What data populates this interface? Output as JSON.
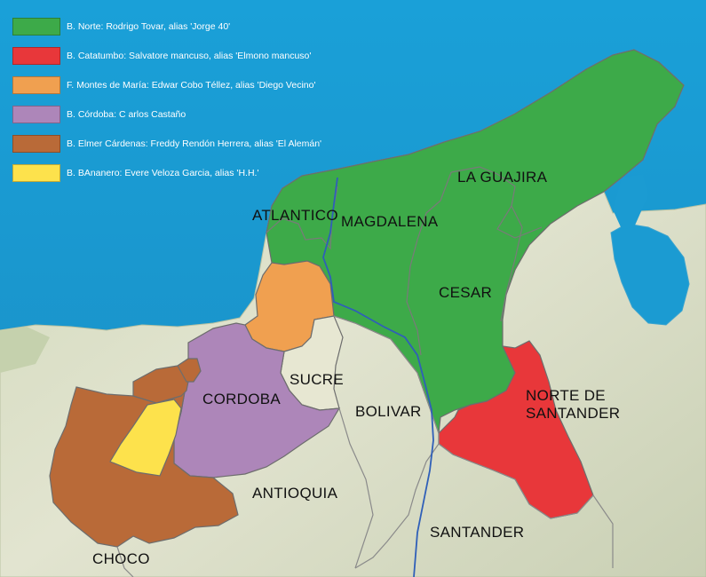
{
  "legend": [
    {
      "color": "#3daa49",
      "text": "B. Norte: Rodrigo Tovar, alias 'Jorge 40'"
    },
    {
      "color": "#e8373a",
      "text": "B. Catatumbo: Salvatore mancuso, alias 'Elmono mancuso'"
    },
    {
      "color": "#f0a050",
      "text": "F. Montes de María: Edwar Cobo Téllez, alias 'Diego Vecino'"
    },
    {
      "color": "#ad86b9",
      "text": "B. Córdoba: C arlos Castaño"
    },
    {
      "color": "#b96a38",
      "text": "B. Elmer Cárdenas: Freddy Rendón Herrera, alias 'El Alemán'"
    },
    {
      "color": "#fde24c",
      "text": "B. BAnanero: Evere Veloza Garcia, alias 'H.H.'"
    }
  ],
  "regions": {
    "la_guajira": "LA GUAJIRA",
    "atlantico": "ATLANTICO",
    "magdalena": "MAGDALENA",
    "cesar": "CESAR",
    "norte_de_santander_1": "NORTE DE",
    "norte_de_santander_2": "SANTANDER",
    "sucre": "SUCRE",
    "cordoba": "CORDOBA",
    "bolivar": "BOLIVAR",
    "antioquia": "ANTIOQUIA",
    "santander": "SANTANDER",
    "choco": "CHOCO"
  },
  "colors": {
    "sea": "#1b9bd2",
    "land": "#d9dcc6",
    "border": "#8a8a8a",
    "river": "#2f5fb8"
  }
}
